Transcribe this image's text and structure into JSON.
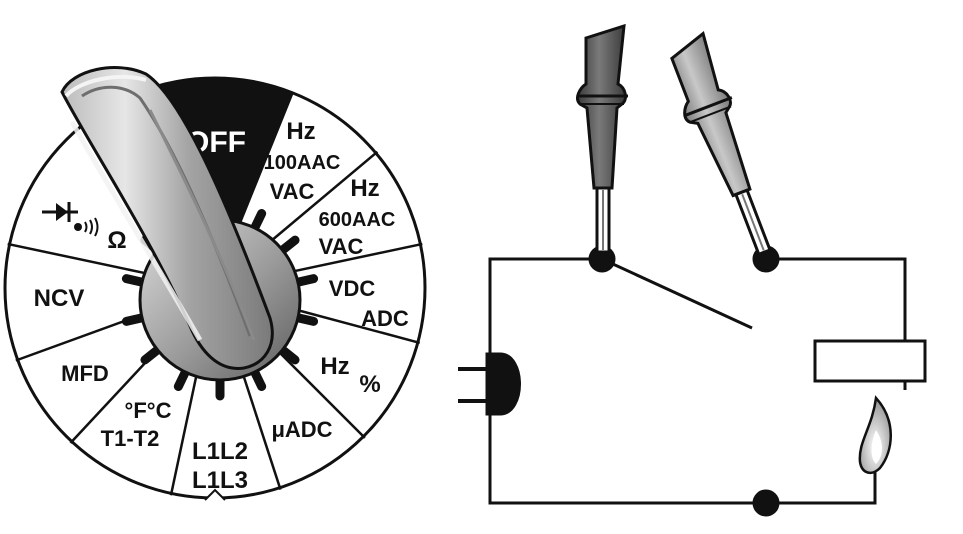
{
  "dial": {
    "off": "OFF",
    "positions": [
      {
        "id": "hz-100aac-vac",
        "lines": [
          "Hz",
          "100AAC",
          "VAC"
        ]
      },
      {
        "id": "hz-600aac-vac",
        "lines": [
          "Hz",
          "600AAC",
          "VAC"
        ]
      },
      {
        "id": "vdc-adc",
        "lines": [
          "VDC",
          "ADC"
        ]
      },
      {
        "id": "hz-percent",
        "lines": [
          "Hz",
          "%"
        ]
      },
      {
        "id": "uadc",
        "lines": [
          "μADC"
        ]
      },
      {
        "id": "l1l2-l1l3",
        "lines": [
          "L1L2",
          "L1L3"
        ]
      },
      {
        "id": "degf-degc-t1t2",
        "lines": [
          "°F°C",
          "T1-T2"
        ]
      },
      {
        "id": "mfd",
        "lines": [
          "MFD"
        ]
      },
      {
        "id": "ncv",
        "lines": [
          "NCV"
        ]
      },
      {
        "id": "diode-continuity-ohm",
        "lines": [
          "Ω"
        ]
      }
    ],
    "icons": [
      "diode-icon",
      "continuity-icon",
      "rotary-knob-icon"
    ]
  },
  "circuit": {
    "icons": [
      "black-test-probe-icon",
      "red-test-probe-icon",
      "open-switch-icon",
      "power-plug-icon",
      "heating-element-icon",
      "flame-icon"
    ]
  },
  "colors": {
    "ink": "#111111",
    "off_segment": "#111111",
    "probe_dark": "#5a5a5a",
    "probe_light": "#9a9a9a",
    "knob": "#8c8c8c"
  }
}
